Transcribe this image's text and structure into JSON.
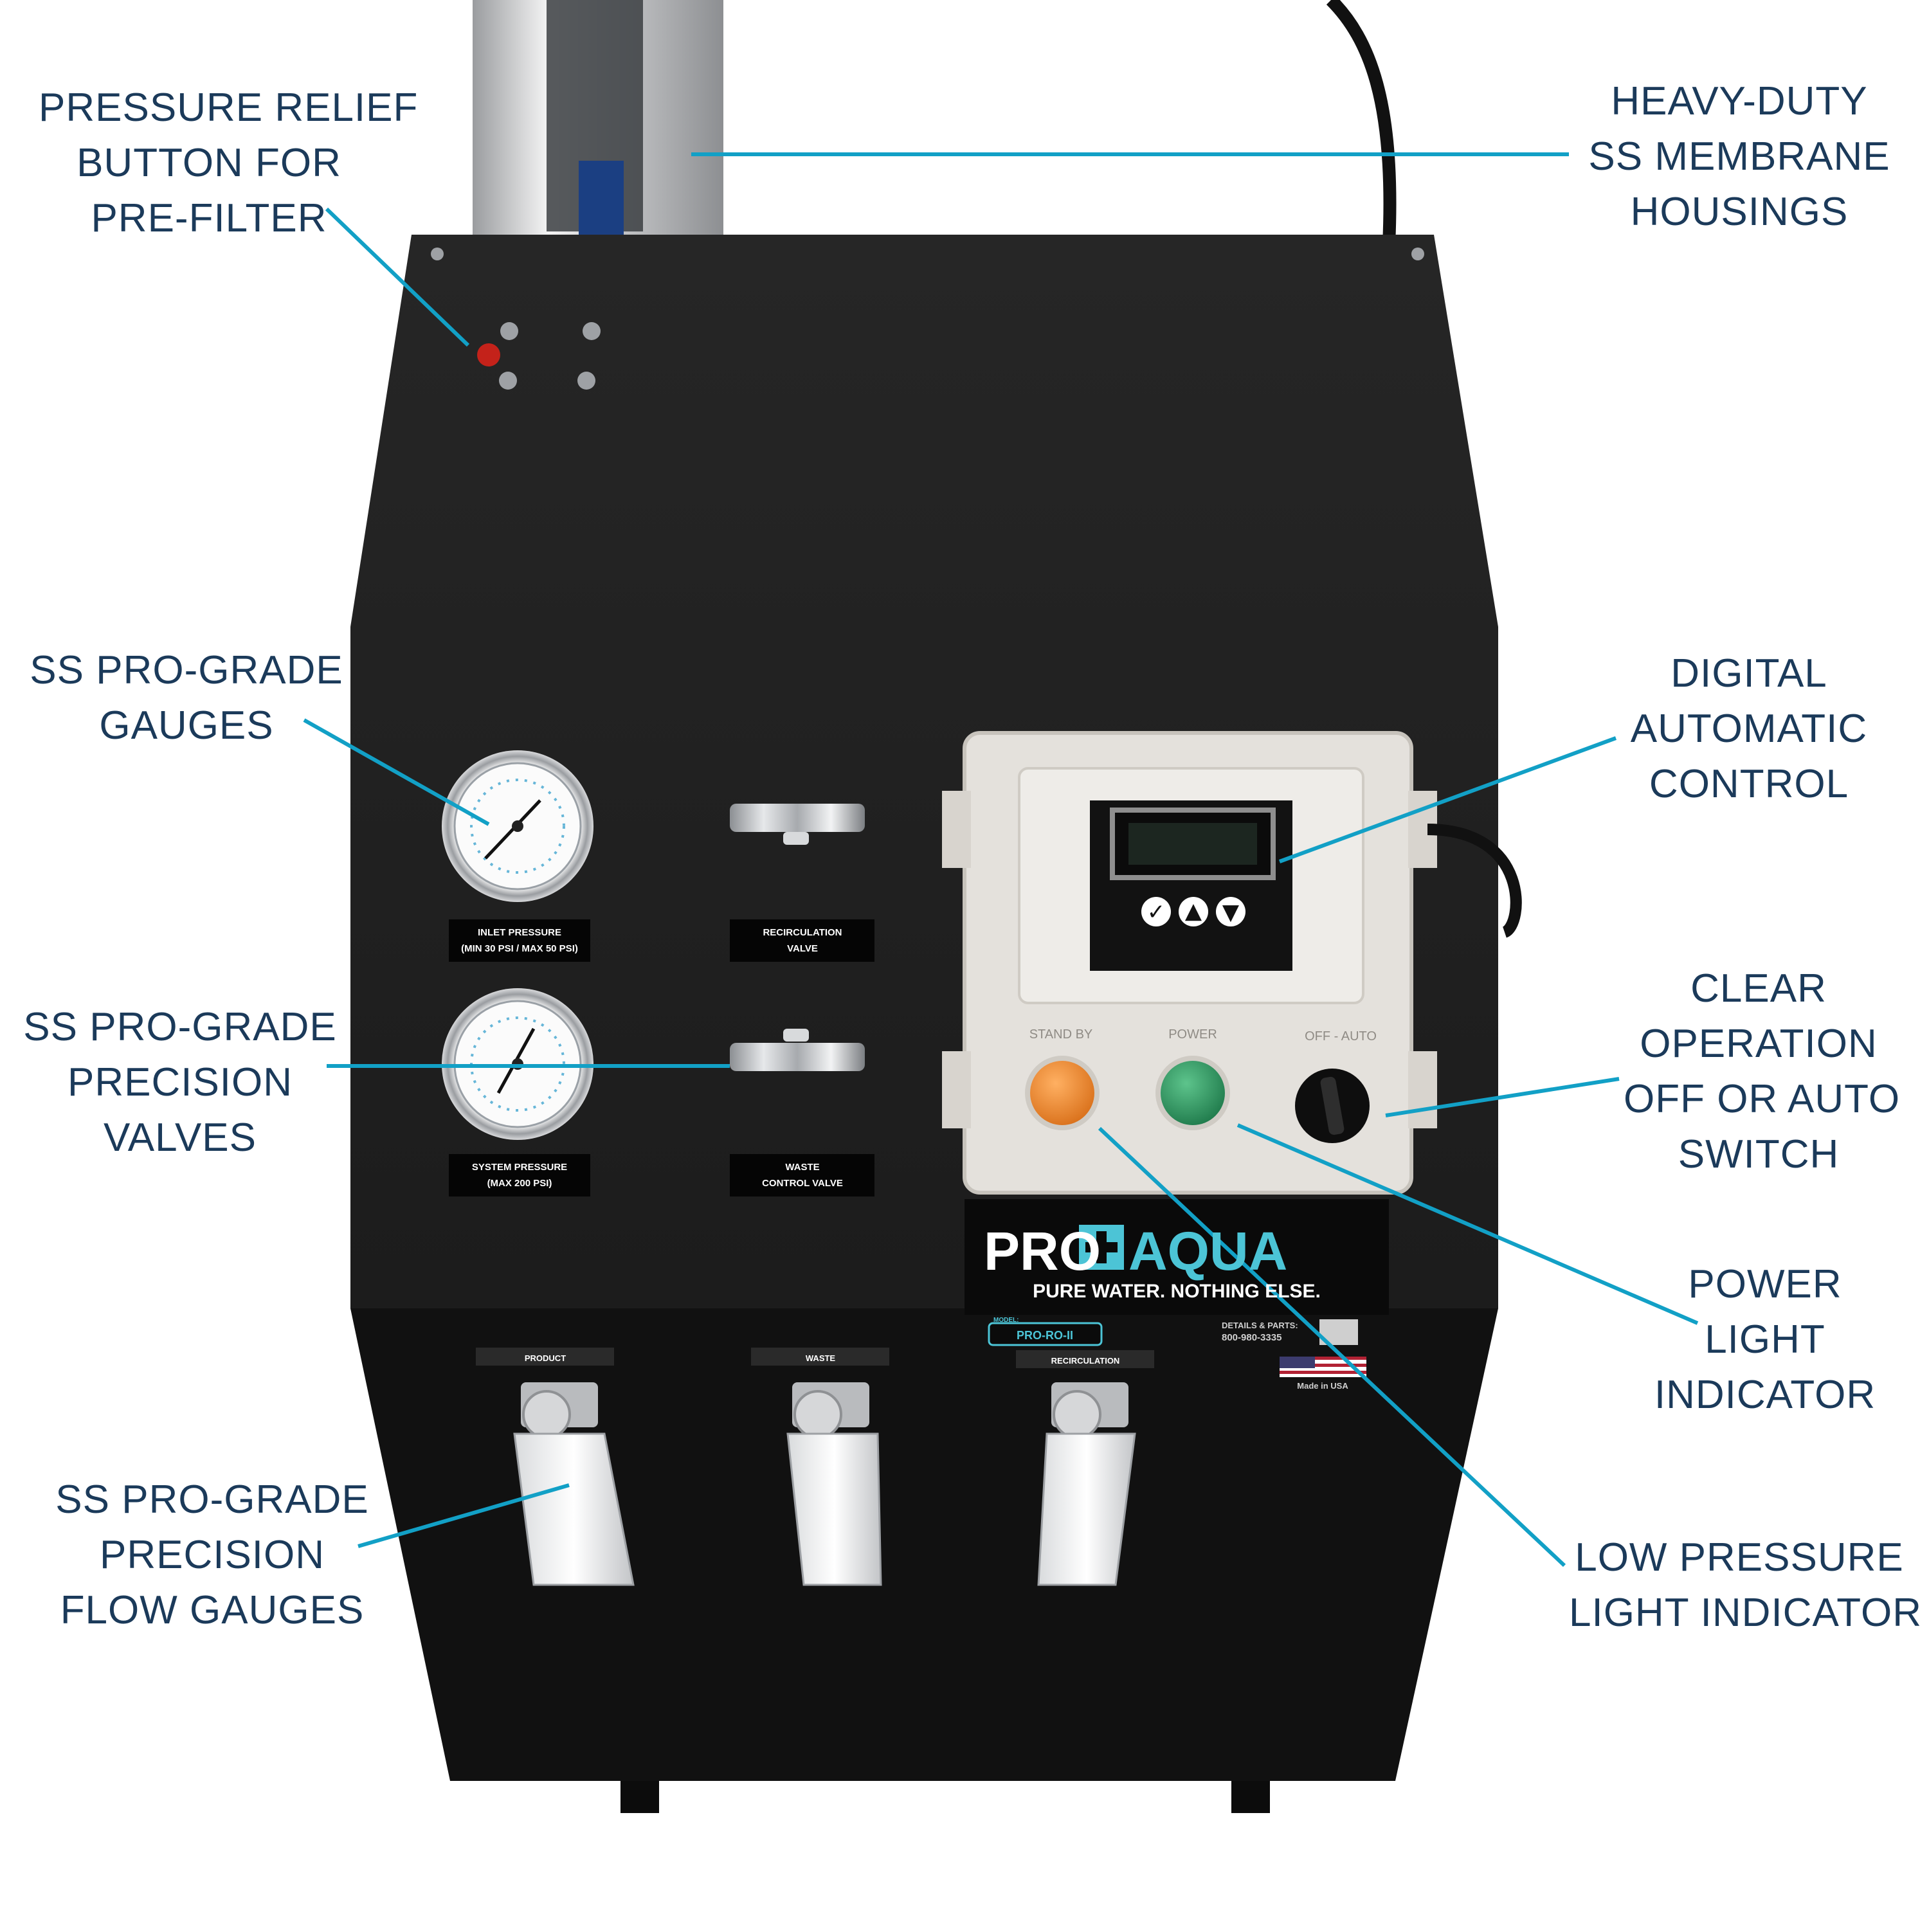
{
  "colors": {
    "leader_line": "#12a0c6",
    "callout_text": "#1b3a5a",
    "cabinet": "#1e1e1e",
    "brand_cyan": "#4cc4d6",
    "standby_button": "#f08a2c",
    "power_button": "#2f9b63"
  },
  "callouts": {
    "pressure_relief": [
      "PRESSURE RELIEF",
      "BUTTON FOR",
      "PRE-FILTER"
    ],
    "membrane_housings": [
      "HEAVY-DUTY",
      "SS MEMBRANE",
      "HOUSINGS"
    ],
    "gauges": [
      "SS PRO-GRADE",
      "GAUGES"
    ],
    "precision_valves": [
      "SS PRO-GRADE",
      "PRECISION",
      "VALVES"
    ],
    "flow_gauges": [
      "SS PRO-GRADE",
      "PRECISION",
      "FLOW GAUGES"
    ],
    "digital_control": [
      "DIGITAL",
      "AUTOMATIC",
      "CONTROL"
    ],
    "off_auto_switch": [
      "CLEAR",
      "OPERATION",
      "OFF OR AUTO",
      "SWITCH"
    ],
    "power_light": [
      "POWER",
      "LIGHT",
      "INDICATOR"
    ],
    "low_pressure_light": [
      "LOW PRESSURE",
      "LIGHT INDICATOR"
    ]
  },
  "panel_labels": {
    "inlet_pressure": [
      "INLET PRESSURE",
      "(MIN 30 PSI / MAX 50 PSI)"
    ],
    "system_pressure": [
      "SYSTEM PRESSURE",
      "(MAX 200 PSI)"
    ],
    "recirculation_valve": [
      "RECIRCULATION",
      "VALVE"
    ],
    "waste_valve": [
      "WASTE",
      "CONTROL VALVE"
    ],
    "standby": "STAND BY",
    "power": "POWER",
    "off_auto": "OFF  -  AUTO",
    "flow_product": "PRODUCT",
    "flow_waste": "WASTE",
    "flow_recirculation": "RECIRCULATION"
  },
  "brand": {
    "name_left": "PRO",
    "name_right": "AQUA",
    "tagline": "PURE WATER. NOTHING ELSE.",
    "model_label": "MODEL:",
    "model": "PRO-RO-II",
    "details_label": "DETAILS & PARTS:",
    "phone": "800-980-3335",
    "made_in": "Made in USA"
  },
  "icons": {
    "controller_keys": [
      "check-icon",
      "arrow-up-icon",
      "arrow-down-icon"
    ],
    "logo_mark": "plus-icon",
    "flag": "us-flag-icon"
  }
}
